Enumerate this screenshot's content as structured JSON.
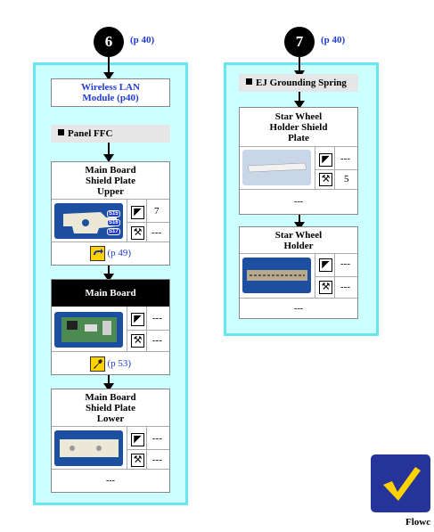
{
  "left": {
    "step_number": "6",
    "step_ref": "(p 40)",
    "wireless": "Wireless LAN\nModule (p40)",
    "section_label": "Panel FFC",
    "boxes": [
      {
        "title": "Main Board\nShield Plate\nUpper",
        "screw_value": "7",
        "tool_value": "---",
        "footer_ref": "(p 49)",
        "tags": [
          "S15",
          "S16",
          "S17"
        ]
      },
      {
        "title": "Main Board",
        "screw_value": "---",
        "tool_value": "---",
        "footer_ref": "(p 53)"
      },
      {
        "title": "Main Board\nShield Plate\nLower",
        "screw_value": "---",
        "tool_value": "---",
        "footer": "---"
      }
    ]
  },
  "right": {
    "step_number": "7",
    "step_ref": "(p 40)",
    "section_label": "EJ Grounding Spring",
    "boxes": [
      {
        "title": "Star Wheel\nHolder Shield\nPlate",
        "screw_value": "---",
        "tool_value": "5",
        "footer": "---"
      },
      {
        "title": "Star Wheel\nHolder",
        "screw_value": "---",
        "tool_value": "---",
        "footer": "---"
      }
    ]
  },
  "footer_text": "Flowc",
  "colors": {
    "panel_bg": "#ccffff",
    "panel_border": "#66e6ee",
    "ref_blue": "#1f3bd6",
    "logo_bg": "#26349a",
    "check": "#ffd200"
  },
  "icons": [
    "screw-icon",
    "screwdriver-icon",
    "reassembly-arrow-icon",
    "adjustment-wrench-icon",
    "checkmark-logo-icon"
  ]
}
